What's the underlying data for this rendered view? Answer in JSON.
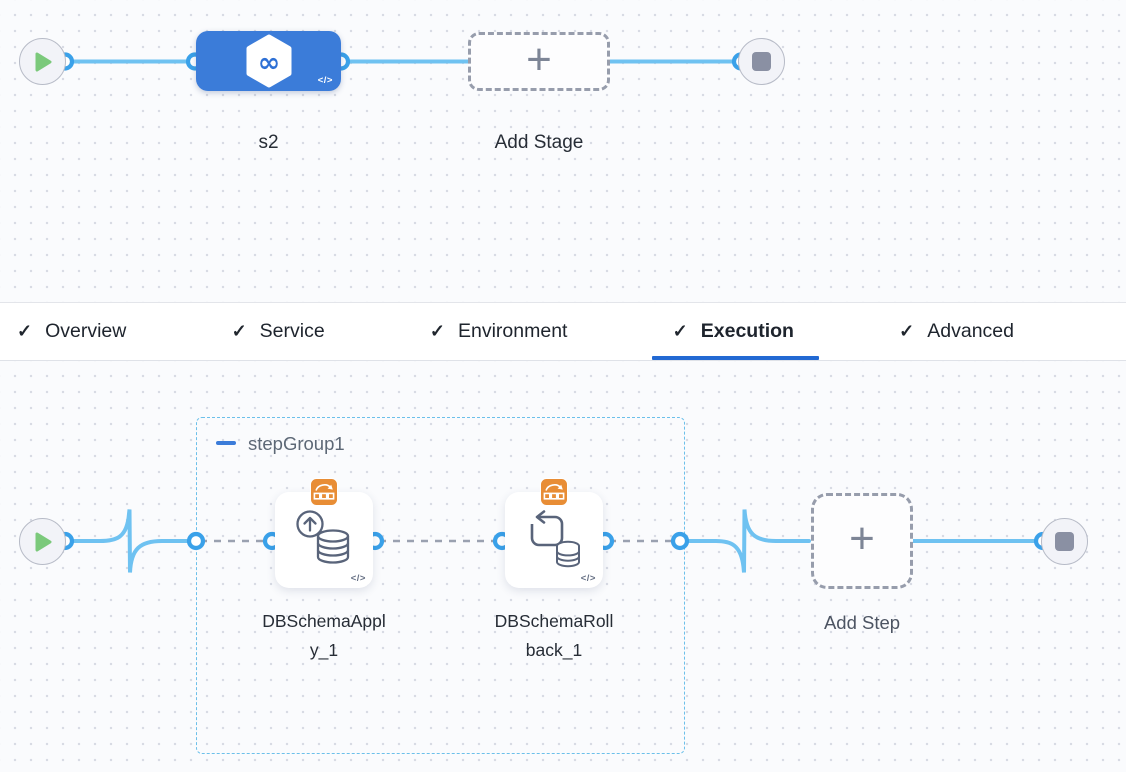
{
  "colors": {
    "canvas_bg": "#fafbfd",
    "dot_grid": "#d8dbe4",
    "edge_blue": "#6fc2f1",
    "connector_ring": "#3aa1e9",
    "stage_node_blue": "#3b7cd9",
    "active_tab_underline": "#2269d3",
    "step_group_border": "#6cc0ea",
    "badge_orange": "#e88d35",
    "play_green": "#7bc97b",
    "stop_gray": "#8a90a3",
    "dashed_connector_gray": "#9aa1b0"
  },
  "stage_canvas": {
    "stage_label": "s2",
    "add_stage_label": "Add Stage"
  },
  "tabs": {
    "check": "✓",
    "items": [
      {
        "label": "Overview",
        "checked": true,
        "active": false
      },
      {
        "label": "Service",
        "checked": true,
        "active": false
      },
      {
        "label": "Environment",
        "checked": true,
        "active": false
      },
      {
        "label": "Execution",
        "checked": true,
        "active": true
      },
      {
        "label": "Advanced",
        "checked": true,
        "active": false
      }
    ]
  },
  "execution_canvas": {
    "step_group": {
      "label": "stepGroup1"
    },
    "steps": [
      {
        "label": "DBSchemaApply_1"
      },
      {
        "label": "DBSchemaRollback_1"
      }
    ],
    "add_step_label": "Add Step"
  },
  "glyphs": {
    "code": "</>",
    "plus": "+"
  }
}
